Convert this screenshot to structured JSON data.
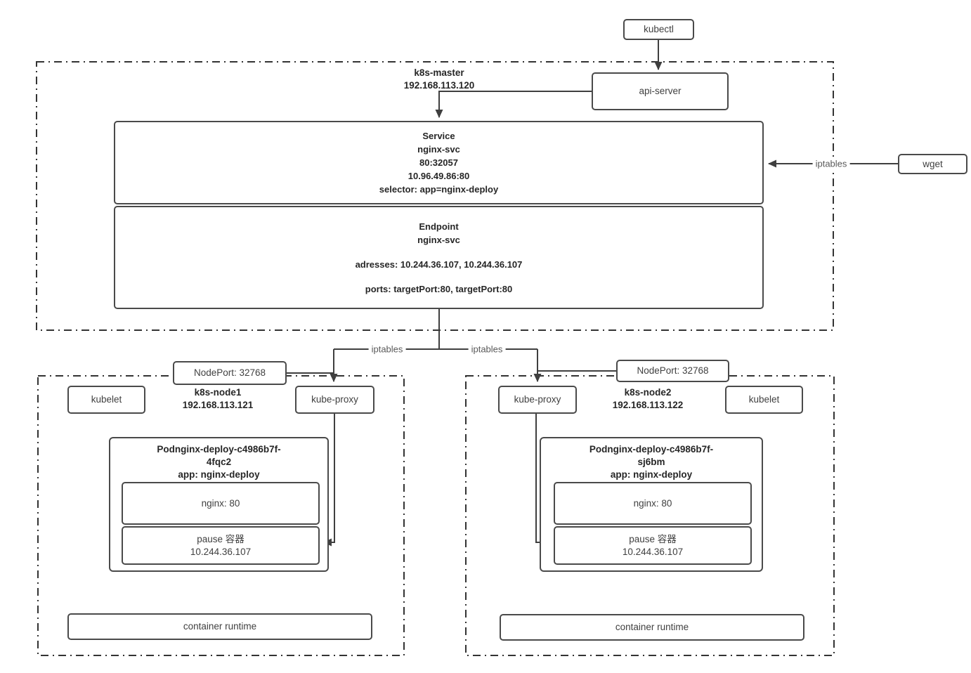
{
  "diagram": {
    "iptables_label": "iptables",
    "kubectl_label": "kubectl",
    "api_server_label": "api-server",
    "wget_label": "wget",
    "colors": {
      "line": "#4a4a4a",
      "text": "#262626",
      "muted_label": "#595959"
    },
    "master": {
      "name": "k8s-master",
      "ip": "192.168.113.120",
      "service": {
        "title": "Service",
        "name": "nginx-svc",
        "port_mapping": "80:32057",
        "cluster_ip": "10.96.49.86:80",
        "selector": "selector: app=nginx-deploy"
      },
      "endpoint": {
        "title": "Endpoint",
        "name": "nginx-svc",
        "addresses": "adresses: 10.244.36.107, 10.244.36.107",
        "ports": "ports: targetPort:80, targetPort:80"
      }
    },
    "node1": {
      "name": "k8s-node1",
      "ip": "192.168.113.121",
      "nodeport": "NodePort: 32768",
      "kubelet": "kubelet",
      "kube_proxy": "kube-proxy",
      "container_runtime": "container runtime",
      "pod": {
        "title_line1": "Podnginx-deploy-c4986b7f-",
        "title_line2": "4fqc2",
        "title_line3": "app: nginx-deploy",
        "nginx": "nginx: 80",
        "pause_name": "pause 容器",
        "pause_ip": "10.244.36.107"
      }
    },
    "node2": {
      "name": "k8s-node2",
      "ip": "192.168.113.122",
      "nodeport": "NodePort: 32768",
      "kubelet": "kubelet",
      "kube_proxy": "kube-proxy",
      "container_runtime": "container runtime",
      "pod": {
        "title_line1": "Podnginx-deploy-c4986b7f-",
        "title_line2": "sj6bm",
        "title_line3": "app: nginx-deploy",
        "nginx": "nginx: 80",
        "pause_name": "pause 容器",
        "pause_ip": "10.244.36.107"
      }
    }
  }
}
